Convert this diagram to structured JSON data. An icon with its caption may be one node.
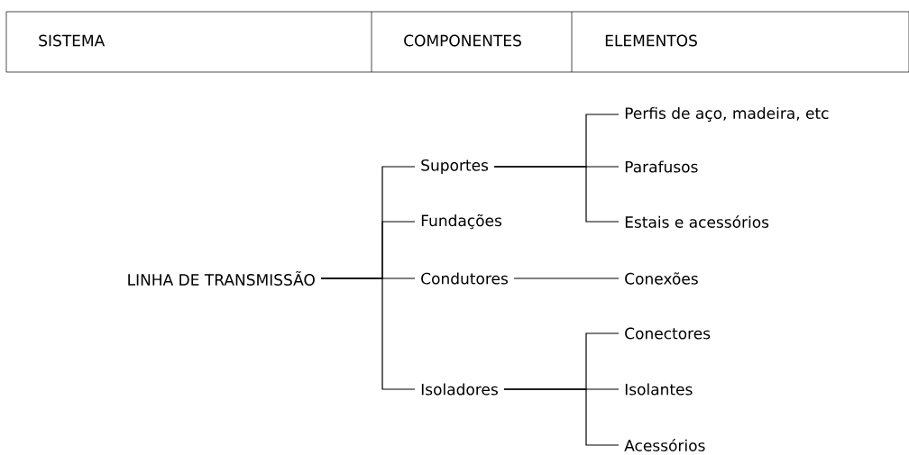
{
  "diagram": {
    "nodes": [
      {
        "text": [
          "LINHA DE TRANSMISSÃO"
        ]
      },
      {
        "text": [
          "Suportes"
        ]
      },
      {
        "text": [
          "Fundações"
        ]
      },
      {
        "text": [
          "Condutores"
        ]
      },
      {
        "text": [
          "Isoladores"
        ]
      },
      {
        "text": [
          "Perfis de aço, madeira, etc"
        ]
      },
      {
        "text": [
          "Parafusos"
        ]
      },
      {
        "text": [
          "Estais e acessórios"
        ]
      },
      {
        "text": [
          "Conexões"
        ]
      },
      {
        "text": [
          "Conectores"
        ]
      },
      {
        "text": [
          "Isolantes"
        ]
      },
      {
        "text": [
          "Acessórios"
        ]
      }
    ],
    "edges": [
      {
        "from": 0,
        "to": 1,
        "arrow": "none"
      },
      {
        "from": 0,
        "to": 2,
        "arrow": "none"
      },
      {
        "from": 0,
        "to": 3,
        "arrow": "none"
      },
      {
        "from": 0,
        "to": 4,
        "arrow": "none"
      },
      {
        "from": 1,
        "to": 5,
        "arrow": "none"
      },
      {
        "from": 1,
        "to": 6,
        "arrow": "none"
      },
      {
        "from": 1,
        "to": 7,
        "arrow": "none"
      },
      {
        "from": 3,
        "to": 8,
        "arrow": "none"
      },
      {
        "from": 4,
        "to": 9,
        "arrow": "none"
      },
      {
        "from": 4,
        "to": 10,
        "arrow": "none"
      },
      {
        "from": 4,
        "to": 11,
        "arrow": "none"
      }
    ],
    "labels": [
      "SISTEMA",
      "COMPONENTES",
      "ELEMENTOS"
    ]
  }
}
